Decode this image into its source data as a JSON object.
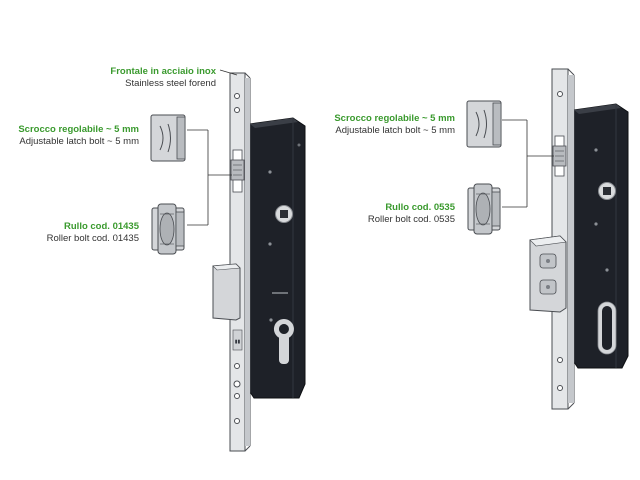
{
  "labels": {
    "forend": {
      "it": "Frontale in acciaio inox",
      "en": "Stainless steel forend"
    },
    "latch_left": {
      "it": "Scrocco regolabile ~ 5 mm",
      "en": "Adjustable latch bolt ~ 5 mm"
    },
    "roller_left": {
      "it": "Rullo cod. 01435",
      "en": "Roller bolt cod. 01435"
    },
    "latch_right": {
      "it": "Scrocco regolabile ~ 5 mm",
      "en": "Adjustable latch bolt ~ 5 mm"
    },
    "roller_right": {
      "it": "Rullo cod. 0535",
      "en": "Roller bolt cod. 0535"
    }
  },
  "colors": {
    "italian_label": "#3a9a2e",
    "english_label": "#333333",
    "lock_body": "#1e2128",
    "forend": "#e4e6e8",
    "bolt": "#d4d6d9"
  }
}
